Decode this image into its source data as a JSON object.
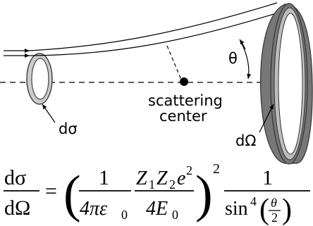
{
  "labels": {
    "theta": "θ",
    "scattering_center_line1": "scattering",
    "scattering_center_line2": "center",
    "d_sigma": "dσ",
    "d_omega": "dΩ"
  },
  "formula": {
    "lhs_numerator": "dσ",
    "lhs_denominator": "dΩ",
    "equals": "=",
    "open_paren": "(",
    "close_paren": ")",
    "outer_exponent": "2",
    "frac1_numerator": "1",
    "frac1_denominator": "4πε",
    "frac1_denominator_sub": "0",
    "frac2_numerator": "Z",
    "frac2_num_sub1": "1",
    "frac2_num_z2": "Z",
    "frac2_num_sub2": "2",
    "frac2_num_e": "e",
    "frac2_num_exp": "2",
    "frac2_denominator": "4E",
    "frac2_denominator_sub": "0",
    "frac3_numerator": "1",
    "frac3_denominator_sin": "sin",
    "frac3_denominator_exp": "4",
    "frac3_theta": "θ",
    "frac3_two": "2"
  },
  "colors": {
    "ring_fill": "#cccccc",
    "ring_stroke": "#555555",
    "ring_inner_dark": "#666666",
    "lines": "#000000"
  }
}
